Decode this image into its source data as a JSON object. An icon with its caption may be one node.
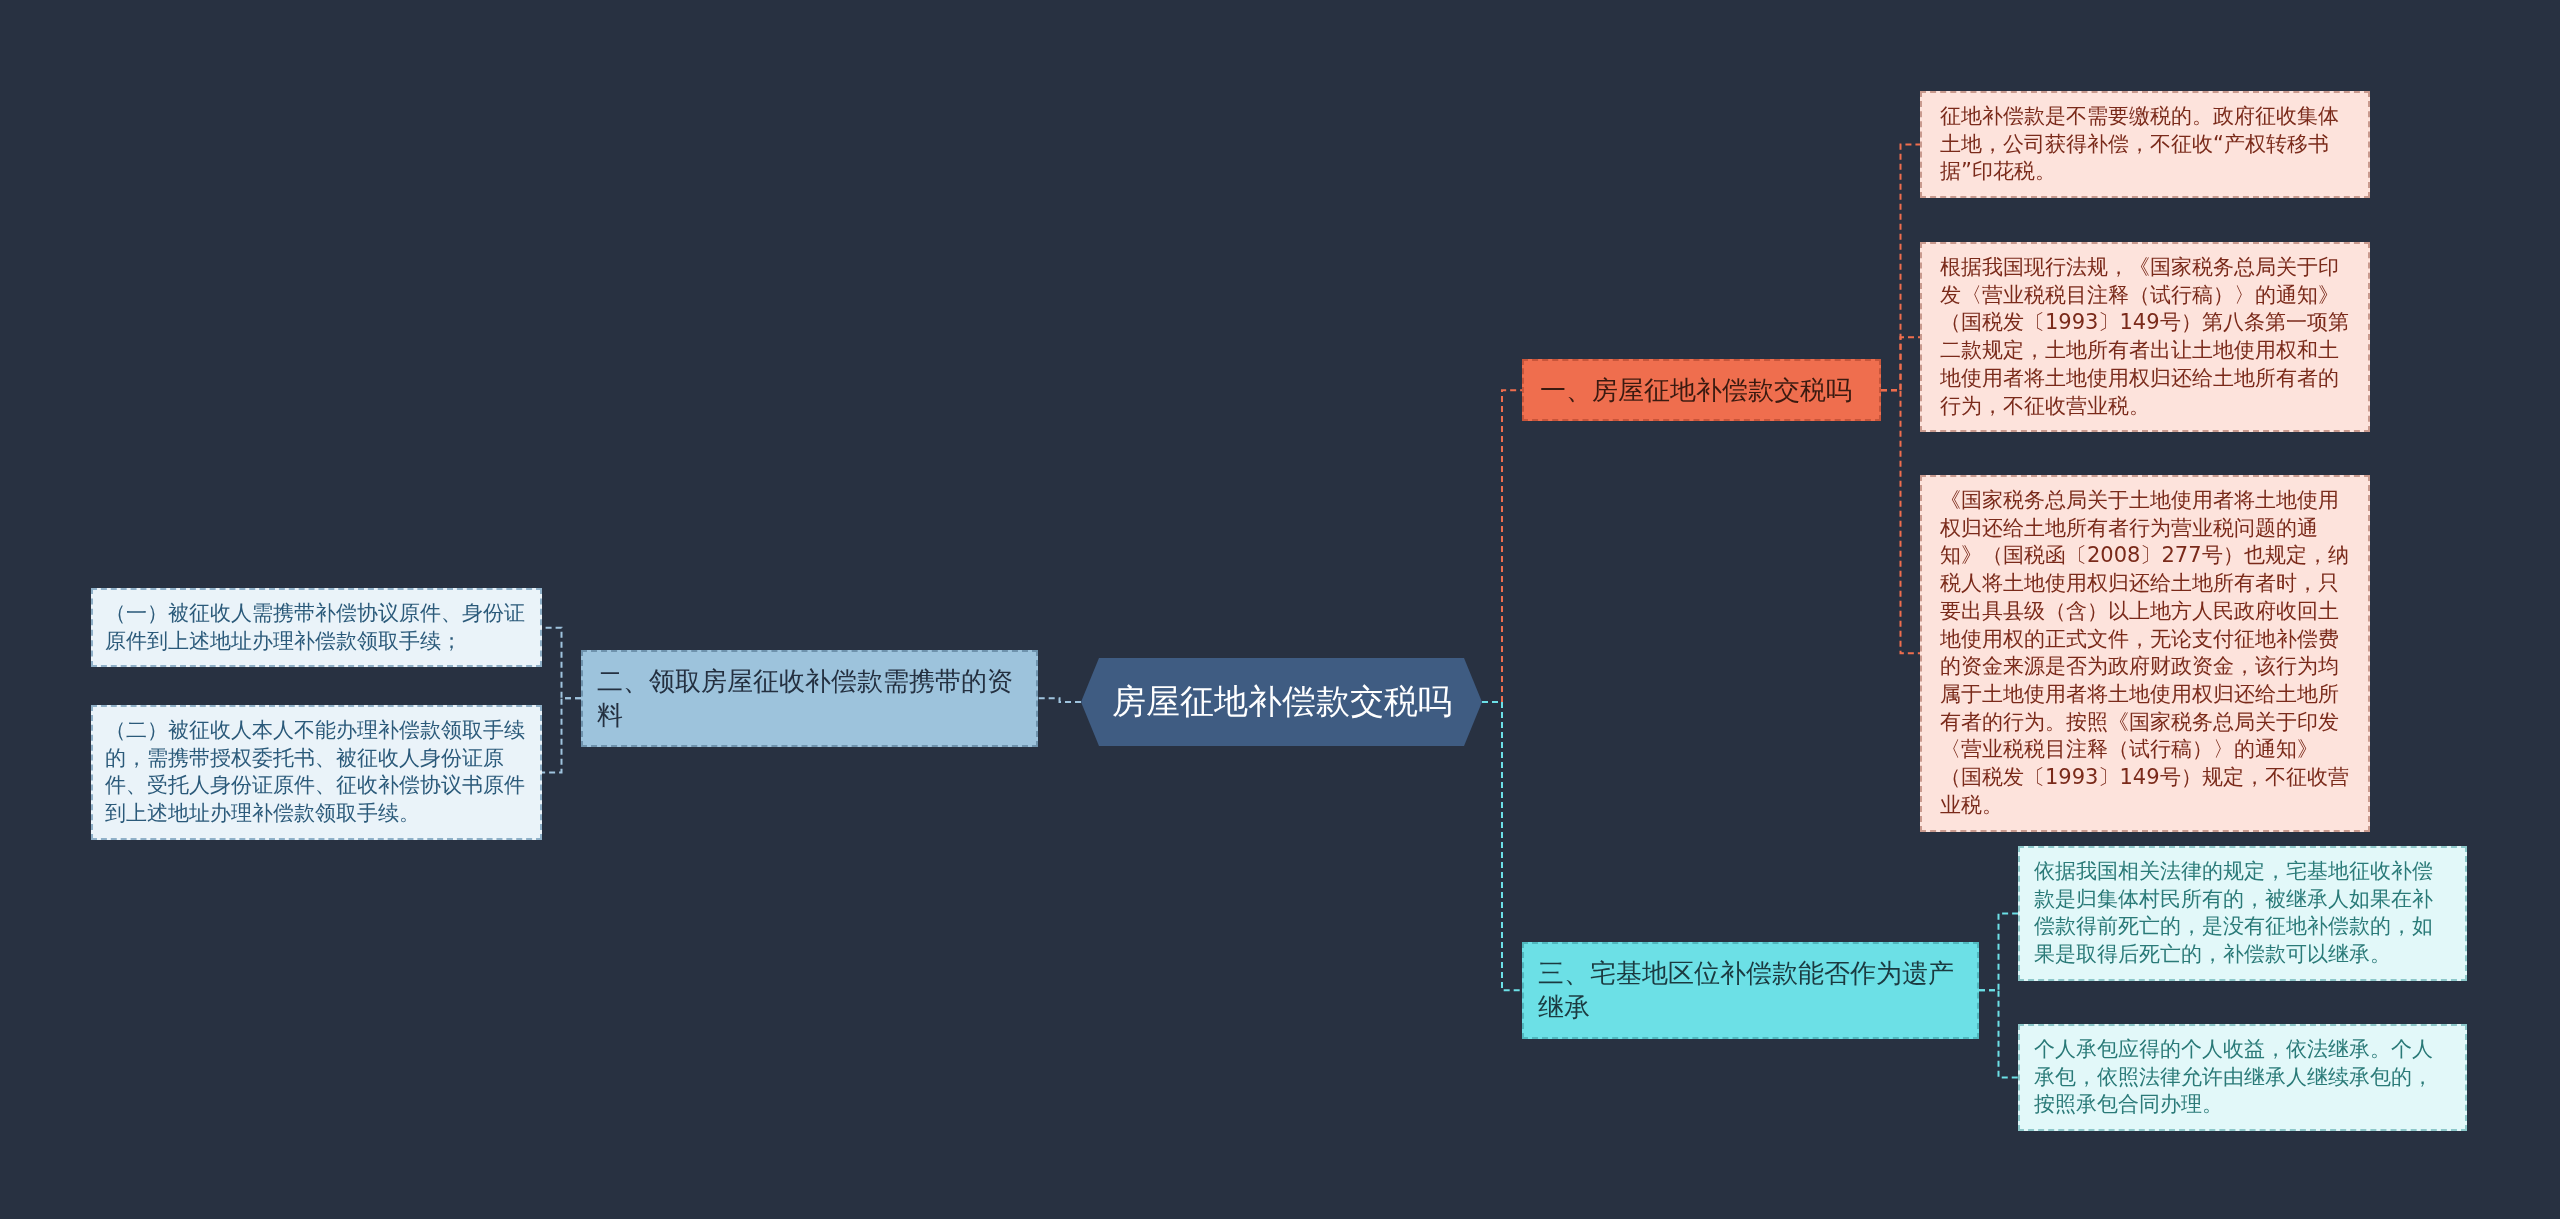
{
  "diagram": {
    "nodes": [
      {
        "text": [
          "房屋征地补偿款交税吗"
        ]
      },
      {
        "text": [
          "一、房屋征地补偿款交税吗"
        ]
      },
      {
        "text": [
          "征地补偿款是不需要缴税的。政府征收集体土地，公司获得补偿，不征收“产权转移书据”印花税。"
        ]
      },
      {
        "text": [
          "根据我国现行法规，《国家税务总局关于印发〈营业税税目注释（试行稿）〉的通知》（国税发〔1993〕149号）第八条第一项第二款规定，土地所有者出让土地使用权和土地使用者将土地使用权归还给土地所有者的行为，不征收营业税。"
        ]
      },
      {
        "text": [
          "《国家税务总局关于土地使用者将土地使用权归还给土地所有者行为营业税问题的通知》（国税函〔2008〕277号）也规定，纳税人将土地使用权归还给土地所有者时，只要出具县级（含）以上地方人民政府收回土地使用权的正式文件，无论支付征地补偿费的资金来源是否为政府财政资金，该行为均属于土地使用者将土地使用权归还给土地所有者的行为。按照《国家税务总局关于印发〈营业税税目注释（试行稿）〉的通知》（国税发〔1993〕149号）规定，不征收营业税。"
        ]
      },
      {
        "text": [
          "二、领取房屋征收补偿款需携带的资料"
        ]
      },
      {
        "text": [
          "（一）被征收人需携带补偿协议原件、身份证原件到上述地址办理补偿款领取手续；"
        ]
      },
      {
        "text": [
          "（二）被征收人本人不能办理补偿款领取手续的，需携带授权委托书、被征收人身份证原件、受托人身份证原件、征收补偿协议书原件到上述地址办理补偿款领取手续。"
        ]
      },
      {
        "text": [
          "三、宅基地区位补偿款能否作为遗产继承"
        ]
      },
      {
        "text": [
          "依据我国相关法律的规定，宅基地征收补偿款是归集体村民所有的，被继承人如果在补偿款得前死亡的，是没有征地补偿款的，如果是取得后死亡的，补偿款可以继承。"
        ]
      },
      {
        "text": [
          "个人承包应得的个人收益，依法继承。个人承包，依照法律允许由继承人继续承包的，按照承包合同办理。"
        ]
      }
    ],
    "edges": [
      {
        "from": 0,
        "to": 1,
        "arrow": "none"
      },
      {
        "from": 1,
        "to": 2,
        "arrow": "none"
      },
      {
        "from": 1,
        "to": 3,
        "arrow": "none"
      },
      {
        "from": 1,
        "to": 4,
        "arrow": "none"
      },
      {
        "from": 0,
        "to": 5,
        "arrow": "none",
        "color": "#9fc4de"
      },
      {
        "from": 5,
        "to": 6,
        "arrow": "none",
        "color": "#9fc4de"
      },
      {
        "from": 5,
        "to": 7,
        "arrow": "none",
        "color": "#9fc4de"
      },
      {
        "from": 0,
        "to": 8,
        "arrow": "none",
        "color": "#6ce0e6"
      },
      {
        "from": 8,
        "to": 9,
        "arrow": "none",
        "color": "#6ce0e6"
      },
      {
        "from": 8,
        "to": 10,
        "arrow": "none",
        "color": "#6ce0e6"
      }
    ]
  }
}
